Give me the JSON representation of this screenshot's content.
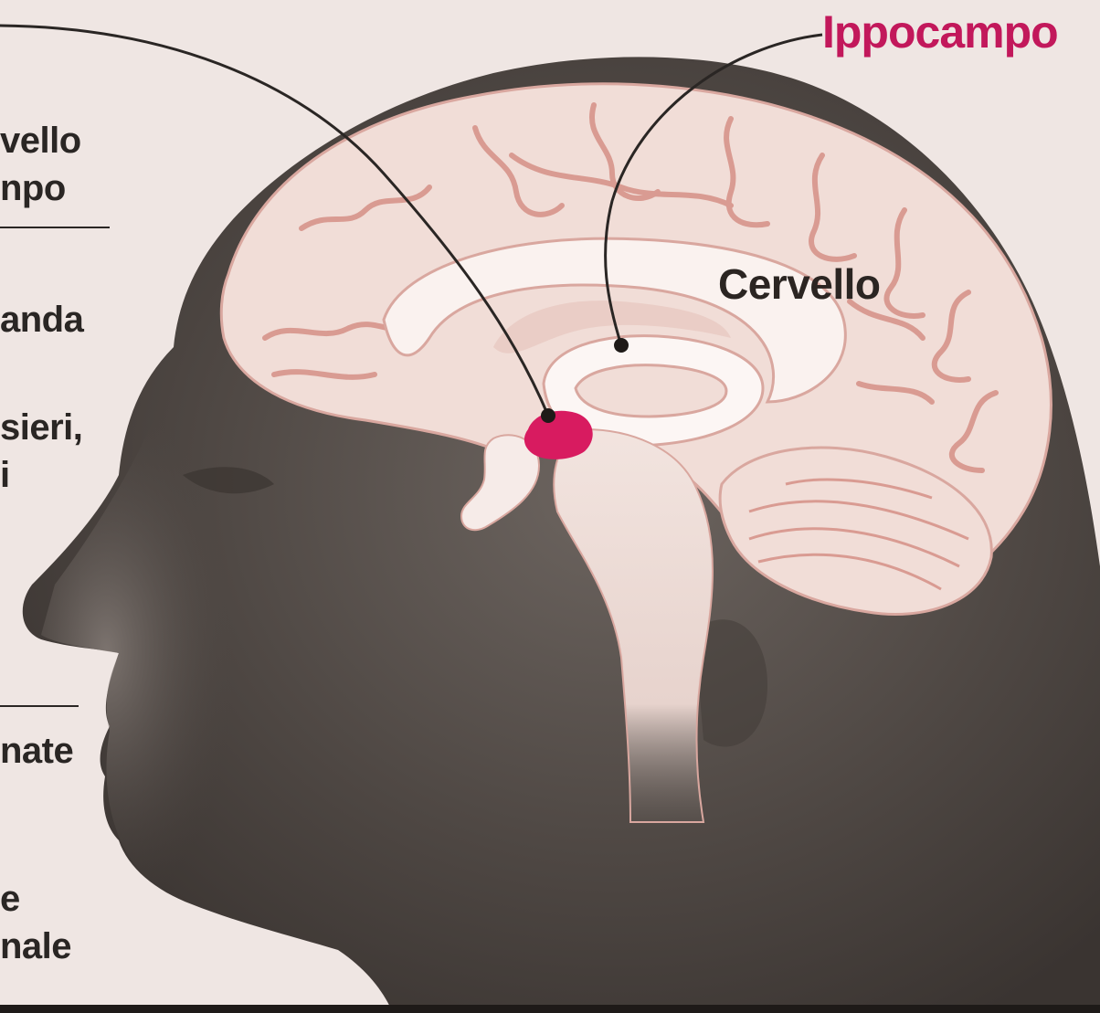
{
  "labels": {
    "hippocampus": "Ippocampo",
    "brain": "Cervello"
  },
  "side_text": {
    "line1": "vello",
    "line2": "npo",
    "line3": "anda",
    "line4": "sieri,",
    "line5": "i",
    "line6": "nate",
    "line7": "e",
    "line8": "nale"
  },
  "colors": {
    "background": "#efe6e3",
    "head": "#5e5652",
    "brain": "#f1ddd7",
    "sulci": "#d99b92",
    "amygdala": "#d81b60",
    "hippocampus_label": "#c2185b",
    "text": "#2a2624"
  }
}
